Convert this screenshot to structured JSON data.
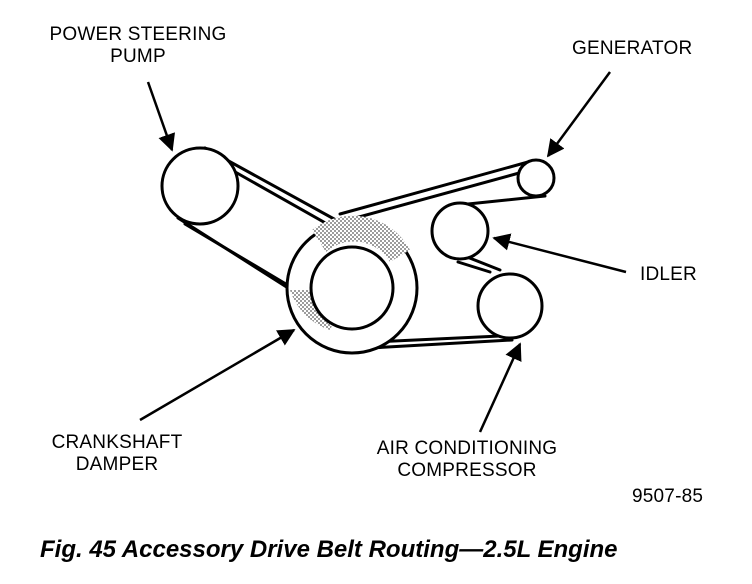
{
  "labels": {
    "power_steering_pump": "POWER STEERING",
    "power_steering_pump_line2": "PUMP",
    "generator": "GENERATOR",
    "idler": "IDLER",
    "crankshaft_damper": "CRANKSHAFT",
    "crankshaft_damper_line2": "DAMPER",
    "air_conditioning_compressor": "AIR CONDITIONING",
    "air_conditioning_compressor_line2": "COMPRESSOR"
  },
  "figure_number": "9507-85",
  "caption": "Fig. 45 Accessory Drive Belt Routing—2.5L Engine",
  "colors": {
    "ink": "#000000",
    "paper": "#ffffff",
    "hatch": "#9a9a9a"
  }
}
